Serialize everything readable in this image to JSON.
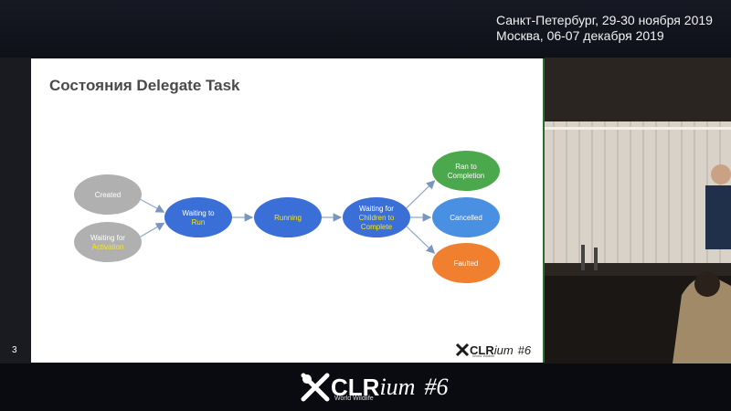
{
  "event": {
    "line1": "Санкт-Петербург, 29-30 ноября 2019",
    "line2": "Москва, 06-07 декабря 2019"
  },
  "slide": {
    "title": "Состояния Delegate Task",
    "number": "3",
    "logo": {
      "clr": "CLR",
      "ium": "ium",
      "num": "#6",
      "sub": "World Wildlife"
    }
  },
  "diagram": {
    "nodes": [
      {
        "id": "created",
        "lines": [
          "Created"
        ],
        "highlight": "",
        "color": "#b0b0b0"
      },
      {
        "id": "waiting-activation",
        "lines": [
          "Waiting for"
        ],
        "highlight": "Activation",
        "color": "#b0b0b0"
      },
      {
        "id": "waiting-run",
        "lines": [
          "Waiting to"
        ],
        "highlight": "Run",
        "color": "#3a6fd8"
      },
      {
        "id": "running",
        "lines": [],
        "highlight": "Running",
        "color": "#3a6fd8"
      },
      {
        "id": "waiting-children",
        "lines": [
          "Waiting for"
        ],
        "highlight": "Children to Complete",
        "color": "#3a6fd8"
      },
      {
        "id": "ran-completion",
        "lines": [
          "Ran to",
          "Completion"
        ],
        "highlight": "",
        "color": "#4ca84c"
      },
      {
        "id": "cancelled",
        "lines": [
          "Cancelled"
        ],
        "highlight": "",
        "color": "#4a90e2"
      },
      {
        "id": "faulted",
        "lines": [
          "Faulted"
        ],
        "highlight": "",
        "color": "#f08030"
      }
    ],
    "edges": [
      [
        "created",
        "waiting-run"
      ],
      [
        "waiting-activation",
        "waiting-run"
      ],
      [
        "waiting-run",
        "running"
      ],
      [
        "running",
        "waiting-children"
      ],
      [
        "waiting-children",
        "ran-completion"
      ],
      [
        "waiting-children",
        "cancelled"
      ],
      [
        "waiting-children",
        "faulted"
      ]
    ],
    "colors": {
      "highlight_text": "#ffe600",
      "edge": "#8fa8c8"
    }
  },
  "footer_logo": {
    "clr": "CLR",
    "ium": "ium",
    "num": "#6",
    "sub": "World Wildlife"
  }
}
